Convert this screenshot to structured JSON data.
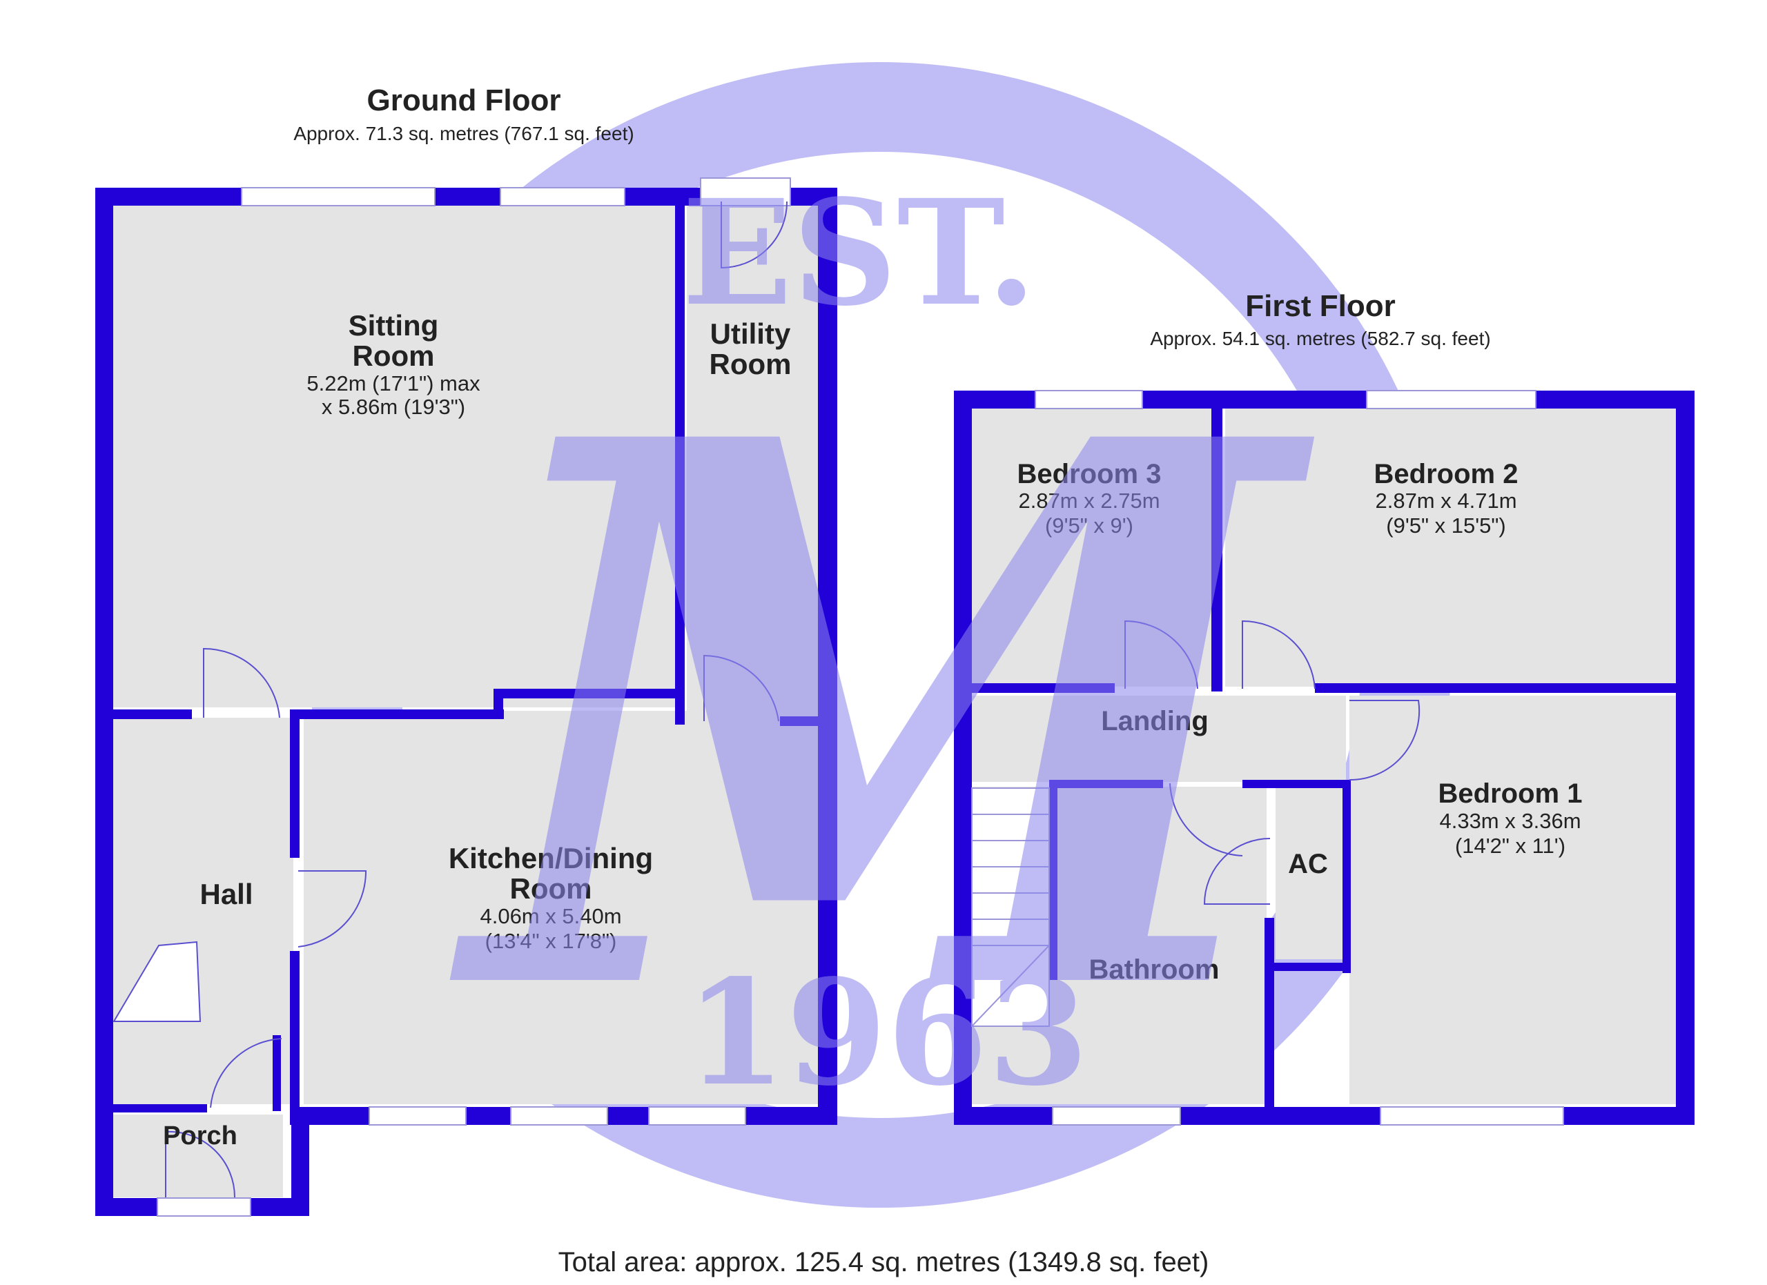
{
  "colors": {
    "wall": "#2200d8",
    "floor": "#e4e4e4",
    "watermark": "#8c86ee",
    "text": "#222222",
    "door": "#5a4fd0"
  },
  "watermark": {
    "line1": "EST.",
    "letter": "M",
    "year": "1963"
  },
  "ground_floor": {
    "title": "Ground Floor",
    "area": "Approx. 71.3 sq. metres (767.1 sq. feet)",
    "rooms": {
      "sitting": {
        "name_1": "Sitting",
        "name_2": "Room",
        "dim_1": "5.22m (17'1\") max",
        "dim_2": "x 5.86m (19'3\")"
      },
      "utility": {
        "name_1": "Utility",
        "name_2": "Room"
      },
      "hall": {
        "name": "Hall"
      },
      "kitchen": {
        "name_1": "Kitchen/Dining",
        "name_2": "Room",
        "dim_1": "4.06m x 5.40m",
        "dim_2": "(13'4\" x 17'8\")"
      },
      "porch": {
        "name": "Porch"
      }
    }
  },
  "first_floor": {
    "title": "First Floor",
    "area": "Approx. 54.1 sq. metres (582.7 sq. feet)",
    "rooms": {
      "bedroom3": {
        "name": "Bedroom 3",
        "dim_1": "2.87m x 2.75m",
        "dim_2": "(9'5\" x 9')"
      },
      "bedroom2": {
        "name": "Bedroom 2",
        "dim_1": "2.87m x 4.71m",
        "dim_2": "(9'5\" x 15'5\")"
      },
      "landing": {
        "name": "Landing"
      },
      "bedroom1": {
        "name": "Bedroom 1",
        "dim_1": "4.33m x 3.36m",
        "dim_2": "(14'2\" x 11')"
      },
      "ac": {
        "name": "AC"
      },
      "bathroom": {
        "name": "Bathroom"
      }
    }
  },
  "total_area": "Total area: approx. 125.4 sq. metres (1349.8 sq. feet)"
}
